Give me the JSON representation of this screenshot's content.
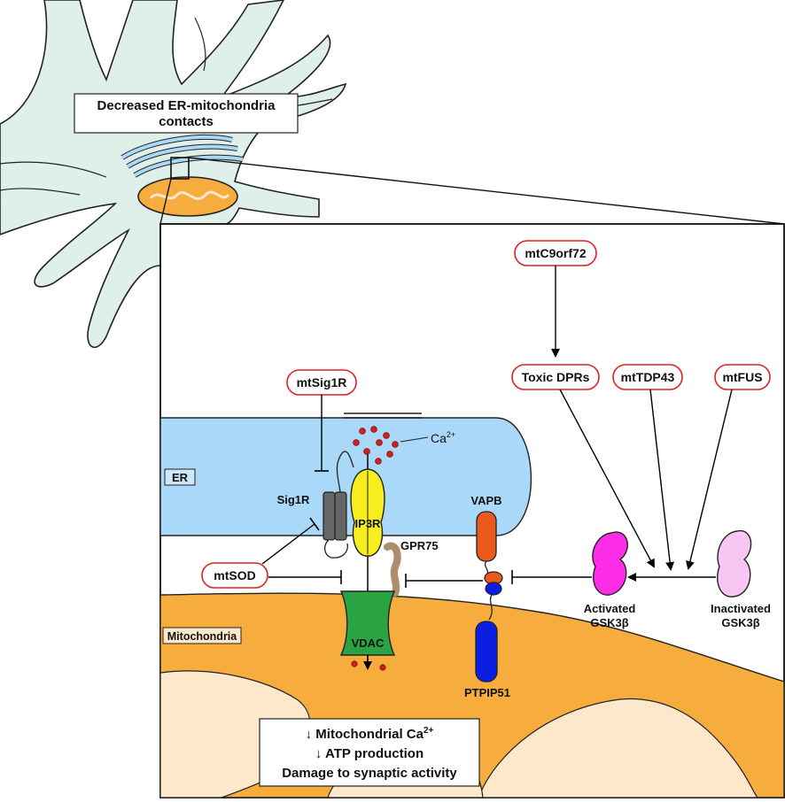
{
  "title_box": {
    "line1": "Decreased ER-mitochondria",
    "line2": "contacts"
  },
  "compartments": {
    "er": "ER",
    "mitochondria": "Mitochondria"
  },
  "mutations": {
    "mtC9orf72": "mtC9orf72",
    "mtSig1R": "mtSig1R",
    "mtSOD": "mtSOD",
    "toxic_dprs": "Toxic DPRs",
    "mtTDP43": "mtTDP43",
    "mtFUS": "mtFUS"
  },
  "proteins": {
    "ca": "Ca",
    "ca_charge": "2+",
    "sig1r": "Sig1R",
    "ip3r": "IP3R",
    "gpr75": "GPR75",
    "vapb": "VAPB",
    "vdac": "VDAC",
    "ptpip51": "PTPIP51",
    "activated": "Activated",
    "inactivated": "Inactivated",
    "gsk": "GSK3β"
  },
  "outcomes": {
    "line1": "↓ Mitochondrial Ca",
    "line1_sup": "2+",
    "line2": "↓ ATP production",
    "line3": "Damage to synaptic activity"
  },
  "colors": {
    "cell": "#dff0ea",
    "er_blue": "#a9d8f8",
    "mito_orange": "#f6ad3d",
    "mito_inner": "#fde8cc",
    "ip3r_yellow": "#f7ee1f",
    "vdac_green": "#2aa442",
    "vapb_orange": "#e95a1c",
    "ptpip51_blue": "#0a1de0",
    "gsk_active": "#ff2ee6",
    "gsk_inactive": "#f7c6f3",
    "gpr75_tan": "#c7a07a",
    "sig1r_gray": "#666666",
    "mutation_red": "#e02020",
    "calcium_red": "#d42020"
  }
}
